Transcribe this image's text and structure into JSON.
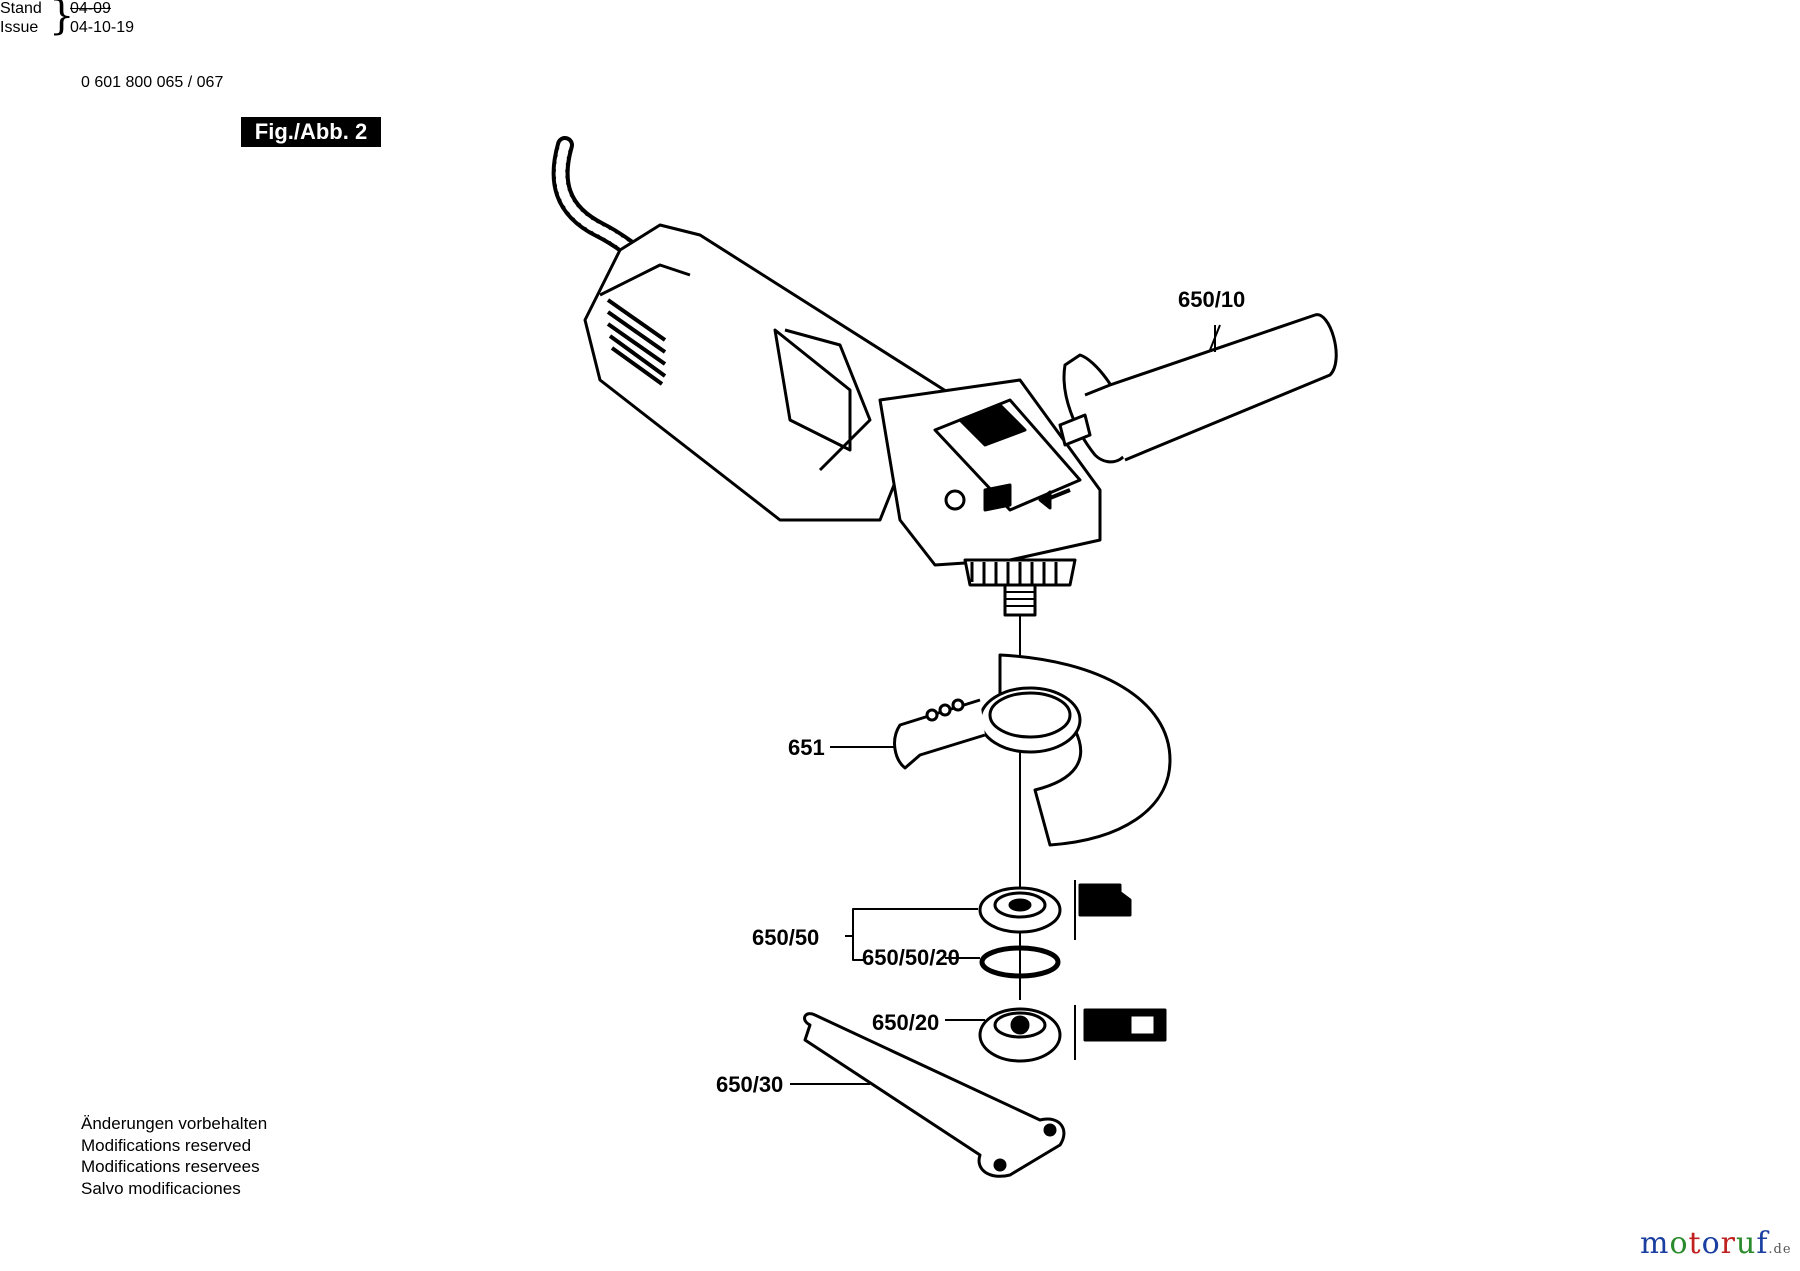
{
  "header": {
    "doc_number": "0 601 800 065 / 067",
    "stand_label": "Stand",
    "issue_label": "Issue",
    "old_date": "04-09",
    "new_date": "04-10-19",
    "figure_label": "Fig./Abb. 2"
  },
  "parts": {
    "side_handle": "650/10",
    "guard": "651",
    "flange_group": "650/50",
    "o_ring": "650/50/20",
    "clamp_nut": "650/20",
    "spanner": "650/30"
  },
  "notes": [
    "Änderungen vorbehalten",
    "Modifications reserved",
    "Modifications reservees",
    "Salvo modificaciones"
  ],
  "watermark": {
    "text": "motoruf",
    "suffix": ".de",
    "colors": [
      "#1a3fa0",
      "#2b8a2b",
      "#c02020",
      "#1a3fa0",
      "#c02020",
      "#2b8a2b",
      "#1a3fa0"
    ]
  }
}
